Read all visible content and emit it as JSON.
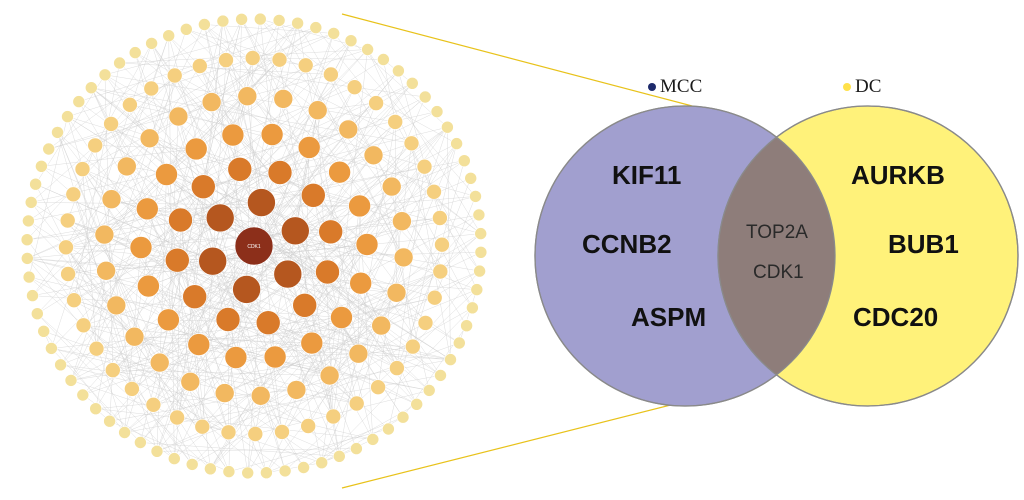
{
  "legend": {
    "left_label": "MCC",
    "right_label": "DC",
    "left_color": "#1d2a6b",
    "right_color": "#ffe14a"
  },
  "venn": {
    "left_color": "#a19fcf",
    "right_color": "#fff27a",
    "overlap_color": "#8e7d7a",
    "left_only": [
      "KIF11",
      "CCNB2",
      "ASPM"
    ],
    "shared": [
      "TOP2A",
      "CDK1"
    ],
    "right_only": [
      "AURKB",
      "BUB1",
      "CDC20"
    ]
  },
  "network": {
    "layout": "concentric",
    "node_colors": [
      "#8c2f1a",
      "#b5571f",
      "#d97a2a",
      "#eb9a3f",
      "#f2b860",
      "#f5cf7f",
      "#f3e09a"
    ],
    "center_label": "CDK1"
  }
}
